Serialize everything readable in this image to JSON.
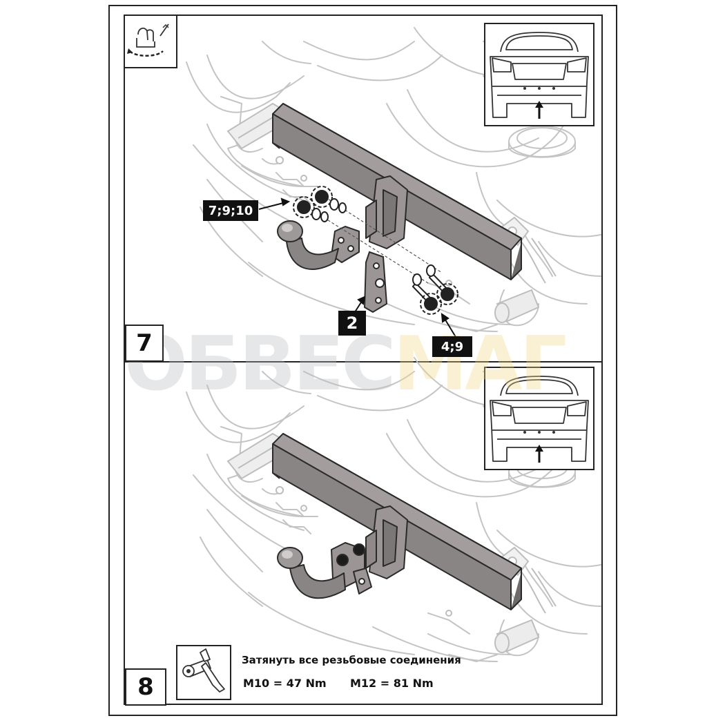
{
  "panel_top": {
    "step_number": "7",
    "callout_nuts": "7;9;10",
    "callout_plate": "2",
    "callout_bolts": "4;9"
  },
  "panel_bottom": {
    "step_number": "8",
    "instruction": "Затянуть все резьбовые соединения",
    "torque_m10": "M10 = 47 Nm",
    "torque_m12": "M12 = 81 Nm"
  },
  "watermark": {
    "part_a": "ОБВЕС",
    "part_b": "МАГ"
  },
  "icons": [
    "hand-tighten-icon",
    "ratchet-wrench-icon",
    "car-rear-view-icon",
    "up-arrow-icon",
    "rotation-arrow-icon"
  ],
  "colors": {
    "frame": "#222222",
    "outline": "#bdbdbd",
    "part": "#8a8585",
    "label_bg": "#111111",
    "label_text": "#ffffff"
  }
}
